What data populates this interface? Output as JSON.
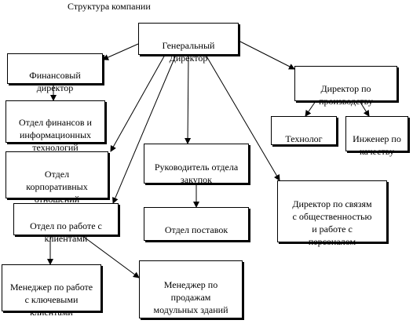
{
  "diagram": {
    "title": "Структура компании",
    "nodes": {
      "ceo": "Генеральный\nДиректор",
      "cfo": "Финансовый\nдиректор",
      "finance_dept": "Отдел финансов и\nинформационных\nтехнологий",
      "corp_relations": "Отдел\nкорпоративных\nотношений",
      "client_dept": "Отдел по работе с\nклиентами",
      "key_account_manager": "Менеджер по работе\nс ключевыми\nклиентами",
      "modular_sales_manager": "Менеджер по\nпродажам\nмодульных зданий",
      "procurement_head": "Руководитель отдела\nзакупок",
      "supply_dept": "Отдел поставок",
      "pr_hr_director": "Директор по связям\nс общественностью\nи работе с\nперсоналом",
      "production_director": "Директор по\nпроизводству",
      "technologist": "Технолог",
      "quality_engineer": "Инженер по\nкачеству"
    }
  }
}
